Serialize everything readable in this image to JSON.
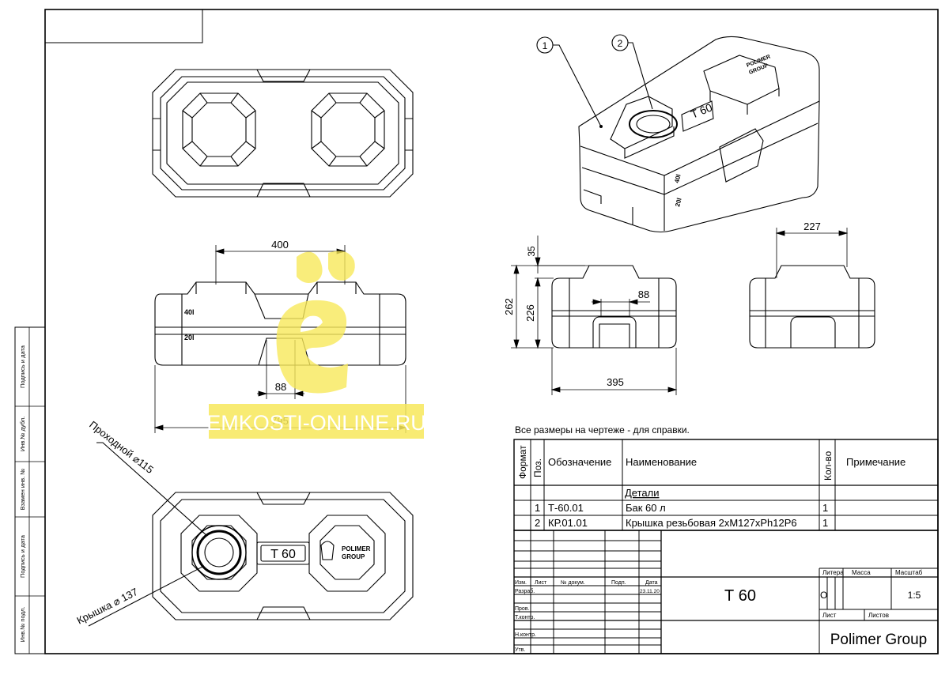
{
  "side_stamp": {
    "fields": [
      "Подпись и дата",
      "Инв.№ дубл.",
      "Взамен инв. №",
      "Подпись и дата",
      "Инв.№ подл."
    ]
  },
  "views": {
    "front": {
      "dim_top": "400",
      "dim_mid": "88",
      "dim_width": "795",
      "mark_40": "40l",
      "mark_20": "20l"
    },
    "plan": {
      "passage_callout": "Проходной ⌀115",
      "cap_callout": "Крышка ⌀ 137",
      "model_label": "T 60",
      "logo_line1": "POLIMER",
      "logo_line2": "GROUP"
    },
    "iso": {
      "callout_1": "1",
      "callout_2": "2",
      "model_label": "T 60",
      "logo_line1": "POLIMER",
      "logo_line2": "GROUP",
      "mark_40": "40l",
      "mark_20": "20l"
    },
    "side": {
      "dim_35": "35",
      "dim_262": "262",
      "dim_226": "226",
      "dim_88": "88",
      "dim_395": "395",
      "dim_227": "227"
    }
  },
  "watermark": "EMKOSTI-ONLINE.RU",
  "note": "Все размеры на чертеже - для справки.",
  "bom": {
    "headers": [
      "Формат",
      "Поз.",
      "Обозначение",
      "Наименование",
      "Кол-во",
      "Примечание"
    ],
    "section": "Детали",
    "rows": [
      {
        "pos": "1",
        "code": "Т-60.01",
        "name": "Бак 60 л",
        "qty": "1"
      },
      {
        "pos": "2",
        "code": "КР.01.01",
        "name": "Крышка  резьбовая 2хМ127хPh12P6",
        "qty": "1"
      }
    ]
  },
  "title_block": {
    "col_headers": [
      "Изм.",
      "Лист",
      "№ докум.",
      "Подп.",
      "Дата"
    ],
    "roles": [
      "Разраб.",
      "Пров.",
      "Т.контр.",
      "",
      "Н.контр.",
      "Утв."
    ],
    "date": "23.11.20",
    "title": "Т 60",
    "litera_label": "Литера",
    "mass_label": "Масса",
    "scale_label": "Масштаб",
    "litera_value": "О",
    "scale_value": "1:5",
    "sheet_label": "Лист",
    "sheets_label": "Листов",
    "company": "Polimer Group"
  },
  "colors": {
    "watermark": "#f7e85a",
    "watermark_text": "#ffffff"
  }
}
